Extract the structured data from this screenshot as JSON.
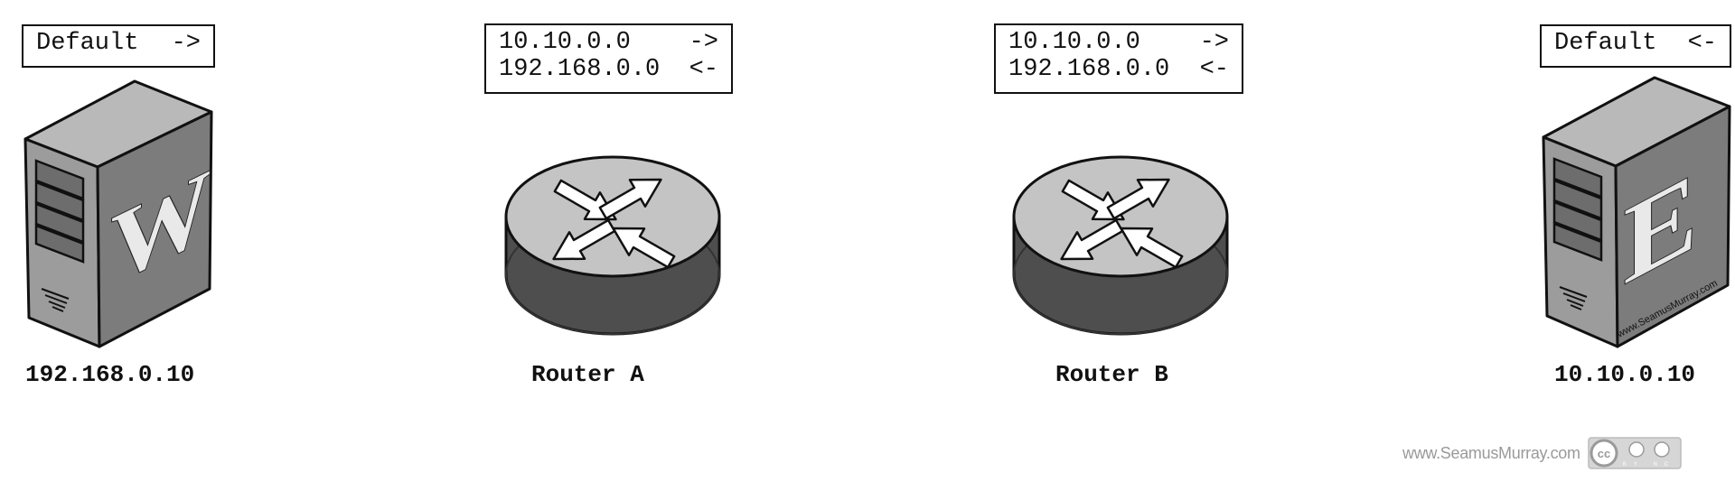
{
  "nodes": {
    "web_server": {
      "address": "192.168.0.10",
      "letter": "W",
      "routes": [
        {
          "destination": "Default",
          "direction": "->"
        }
      ]
    },
    "router_a": {
      "label": "Router A",
      "routes": [
        {
          "destination": "10.10.0.0",
          "direction": "->"
        },
        {
          "destination": "192.168.0.0",
          "direction": "<-"
        }
      ]
    },
    "router_b": {
      "label": "Router B",
      "routes": [
        {
          "destination": "10.10.0.0",
          "direction": "->"
        },
        {
          "destination": "192.168.0.0",
          "direction": "<-"
        }
      ]
    },
    "email_server": {
      "address": "10.10.0.10",
      "letter": "E",
      "watermark": "www.SeamusMurray.com",
      "routes": [
        {
          "destination": "Default",
          "direction": "<-"
        }
      ]
    }
  },
  "footer": {
    "credit": "www.SeamusMurray.com",
    "license_badge": "cc-by-nc",
    "license_text": "BY NC"
  },
  "colors": {
    "server_front": "#9c9c9c",
    "server_side": "#7c7c7c",
    "server_top": "#b9b9b9",
    "letter": "#e9e9e9",
    "router_top": "#c4c4c4",
    "router_side": "#4e4e4e",
    "outline": "#111111"
  }
}
